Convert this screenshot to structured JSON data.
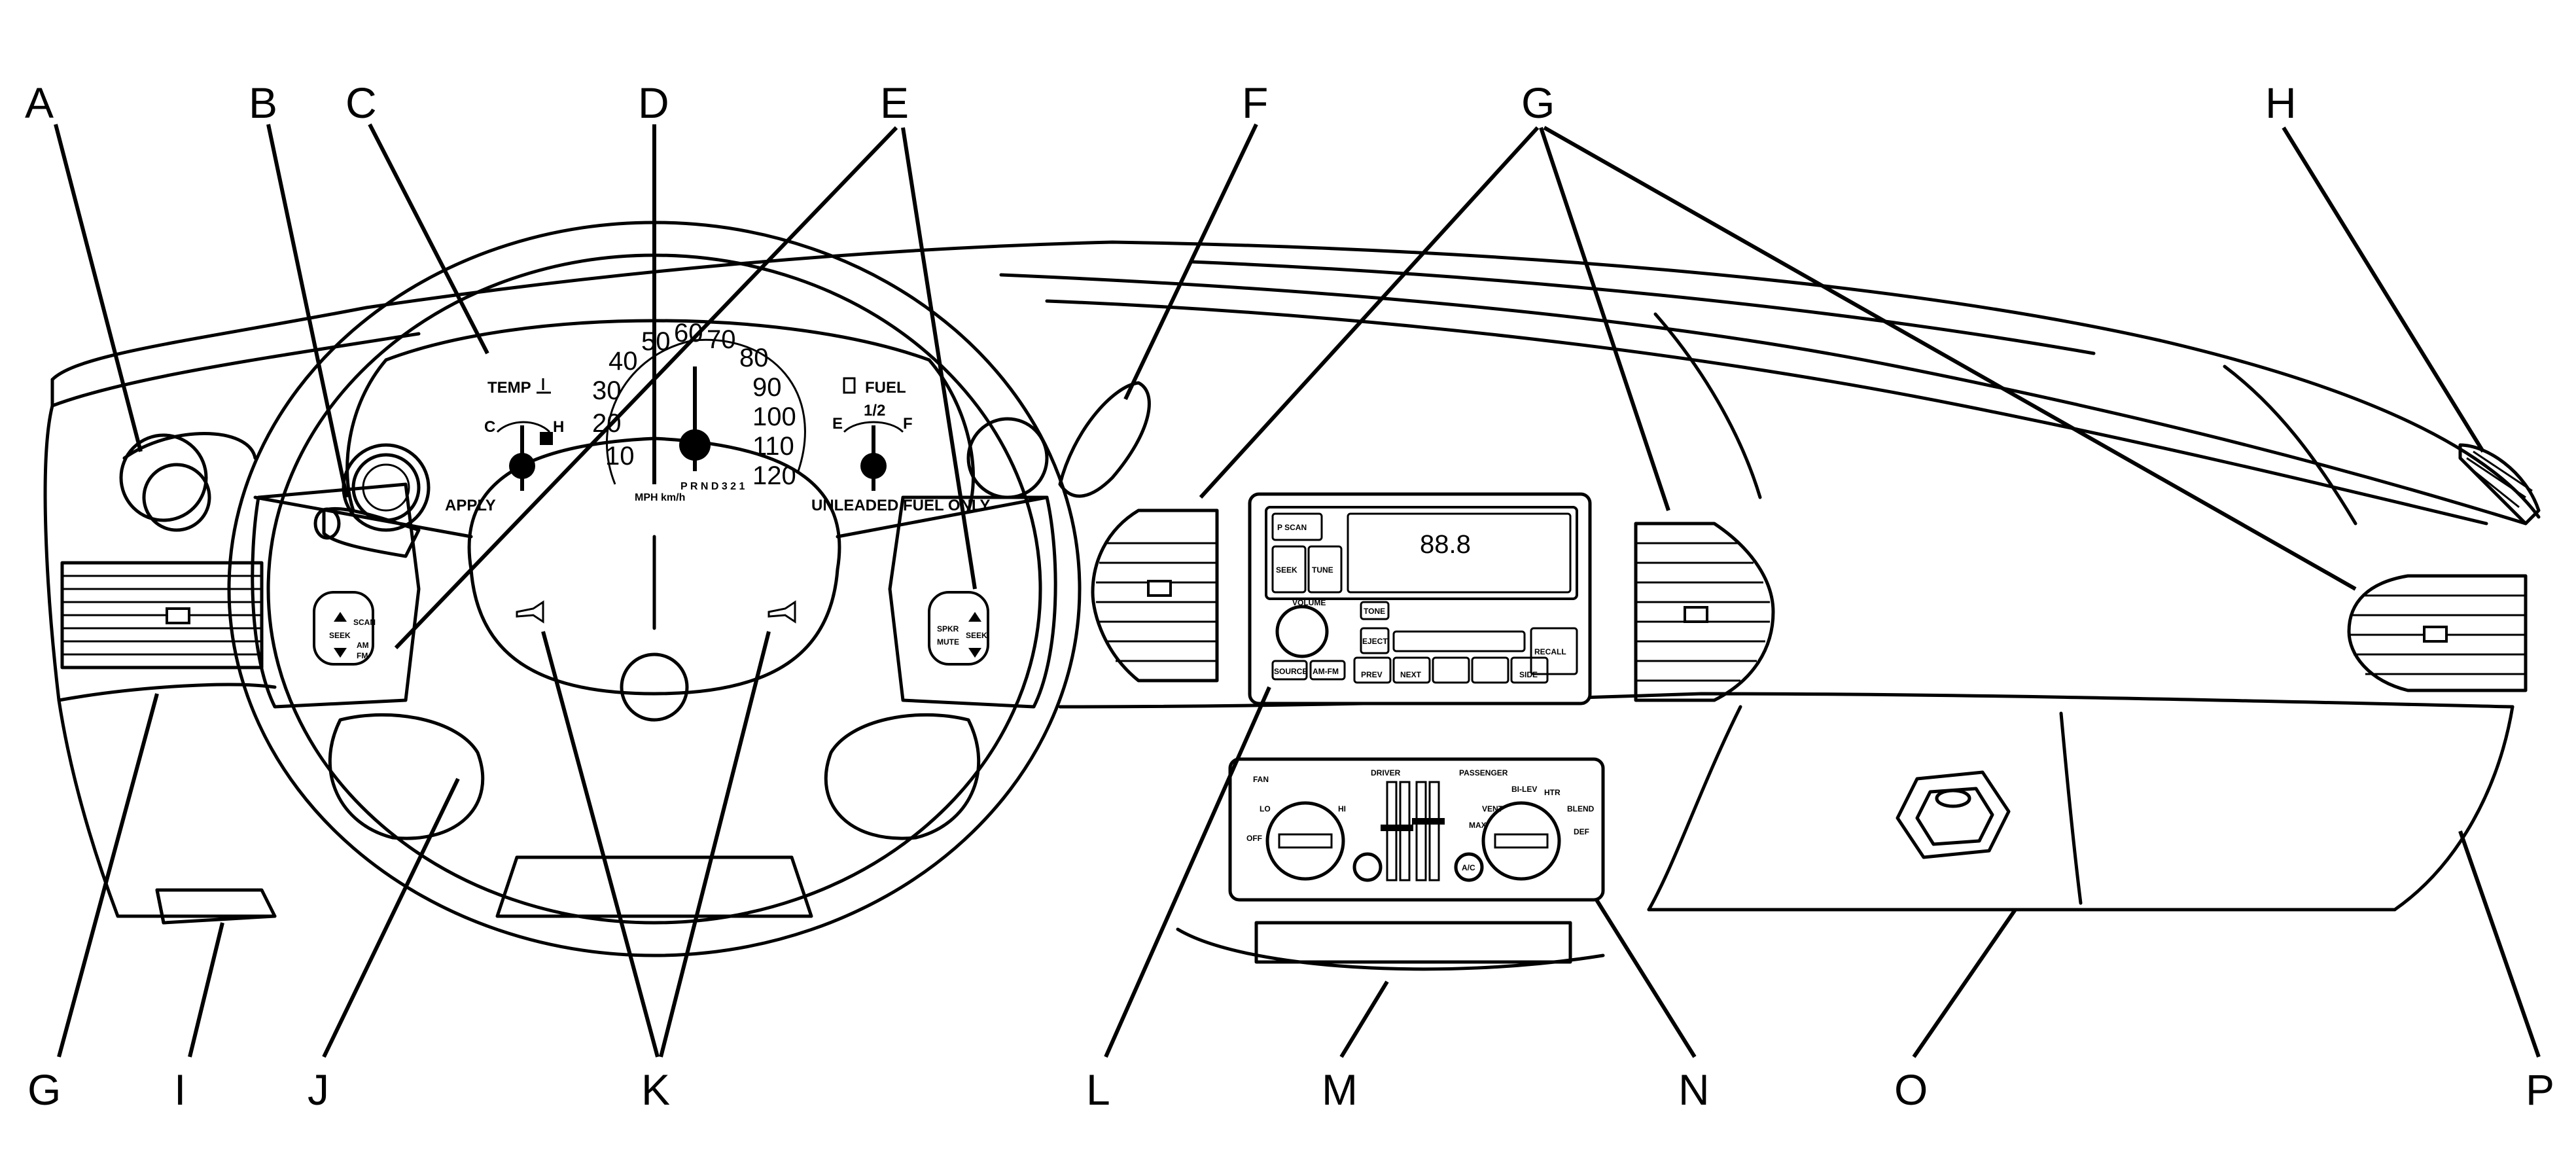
{
  "callouts": {
    "A": "A",
    "B": "B",
    "C": "C",
    "D": "D",
    "E": "E",
    "F": "F",
    "G_top": "G",
    "H": "H",
    "G_bottom": "G",
    "I": "I",
    "J": "J",
    "K": "K",
    "L": "L",
    "M": "M",
    "N": "N",
    "O": "O",
    "P": "P"
  },
  "cluster": {
    "temp": "TEMP",
    "temp_c": "C",
    "temp_h": "H",
    "fuel": "FUEL",
    "fuel_e": "E",
    "fuel_half": "1/2",
    "fuel_f": "F",
    "unleaded": "UNLEADED FUEL ONLY",
    "apply": "APPLY",
    "mph": "MPH",
    "kmh": "km/h",
    "gear": "P R N D 3 2 1",
    "speeds": [
      "10",
      "20",
      "30",
      "40",
      "50",
      "60",
      "70",
      "80",
      "90",
      "100",
      "110",
      "120"
    ]
  },
  "wheel_controls": {
    "left_top": "SCAN",
    "left_mid": "SEEK",
    "left_am": "AM",
    "left_fm": "FM",
    "right_top": "SPKR",
    "right_mid": "SEEK",
    "right_mute": "MUTE"
  },
  "radio": {
    "pscan": "P SCAN",
    "seek": "SEEK",
    "tune": "TUNE",
    "volume": "VOLUME",
    "tone": "TONE",
    "eject": "EJECT",
    "source": "SOURCE",
    "amfm": "AM-FM",
    "prev": "PREV",
    "next": "NEXT",
    "side": "SIDE",
    "recall": "RECALL",
    "display": "88.8"
  },
  "climate": {
    "fan": "FAN",
    "lo": "LO",
    "hi": "HI",
    "off": "OFF",
    "driver": "DRIVER",
    "passenger": "PASSENGER",
    "vent": "VENT",
    "bilev": "BI-LEV",
    "htr": "HTR",
    "blend": "BLEND",
    "max": "MAX",
    "def": "DEF",
    "ac": "A/C"
  }
}
